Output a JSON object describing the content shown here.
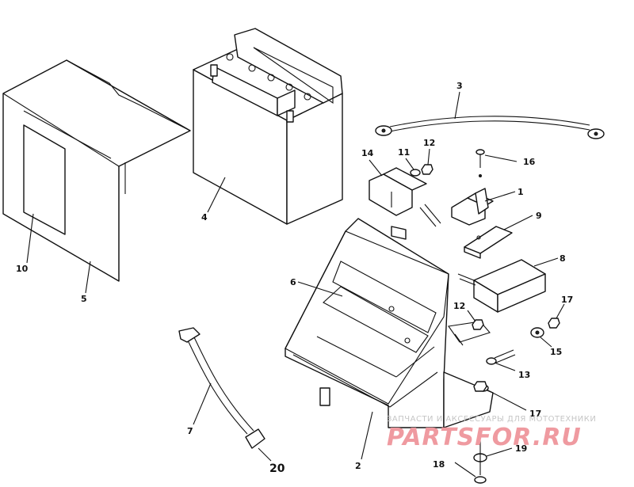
{
  "callouts": {
    "c1": "1",
    "c2": "2",
    "c3": "3",
    "c4": "4",
    "c5": "5",
    "c6": "6",
    "c7": "7",
    "c8": "8",
    "c9": "9",
    "c10": "10",
    "c11": "11",
    "c12a": "12",
    "c12b": "12",
    "c13": "13",
    "c14": "14",
    "c15": "15",
    "c16": "16",
    "c17a": "17",
    "c17b": "17",
    "c18": "18",
    "c19": "19",
    "c20": "20"
  },
  "watermark": {
    "caption": "ЗАПЧАСТИ И АКСЕССУАРЫ ДЛЯ МОТОТЕХНИКИ",
    "brand": "PARTSFOR.RU",
    "color": "#ef9aa0"
  }
}
